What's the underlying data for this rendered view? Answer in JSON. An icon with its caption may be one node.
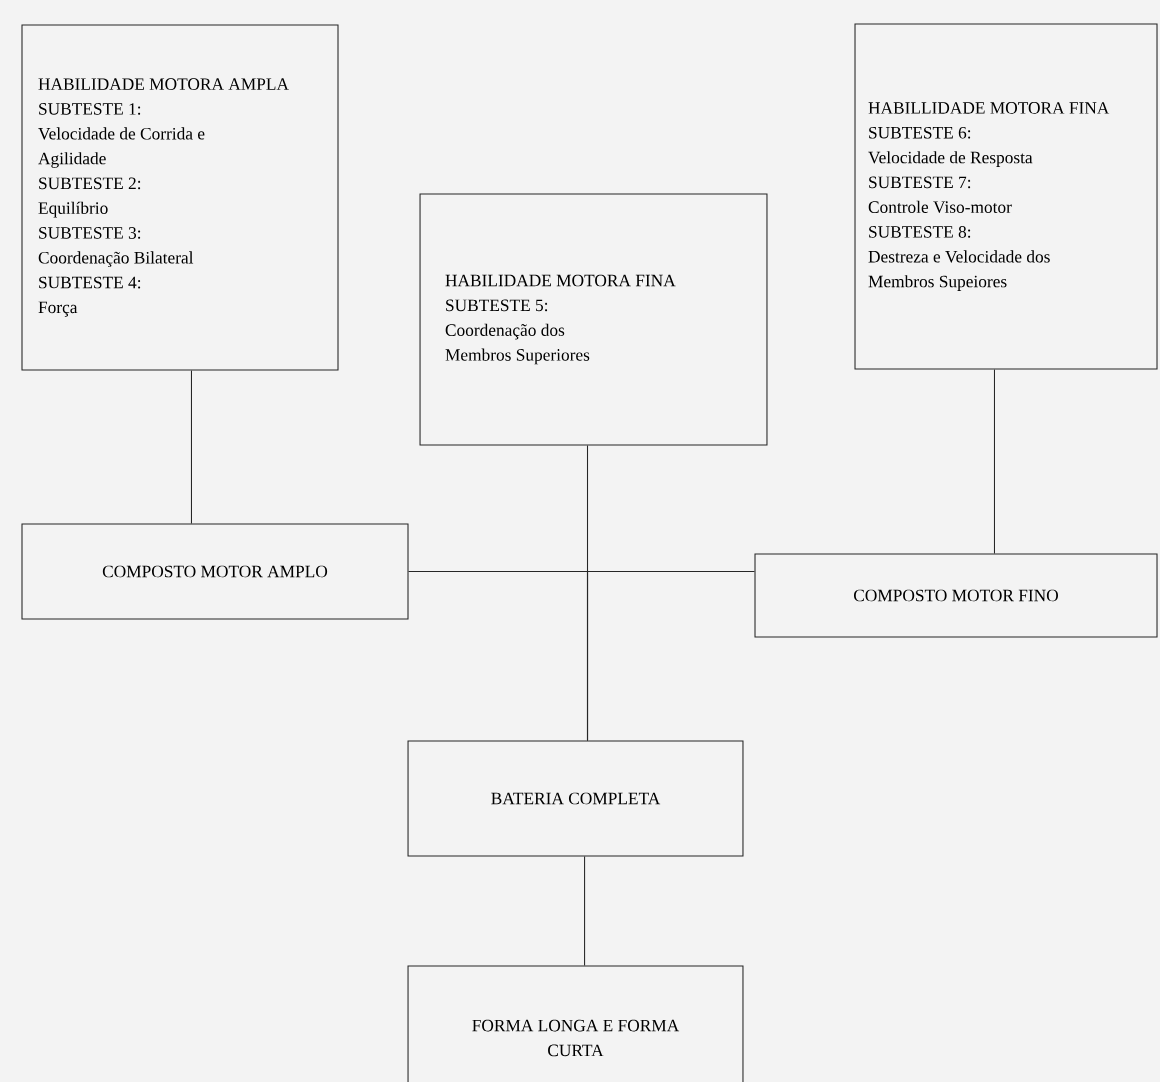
{
  "diagram": {
    "nodes": [
      {
        "text": [
          "HABILIDADE MOTORA AMPLA",
          "SUBTESTE 1:",
          "Velocidade de Corrida e Agilidade",
          "SUBTESTE 2:",
          "Equilíbrio",
          "SUBTESTE 3:",
          "Coordenação Bilateral",
          "SUBTESTE 4:",
          "Força"
        ]
      },
      {
        "text": [
          "HABILIDADE MOTORA FINA",
          "SUBTESTE 5:",
          "Coordenação dos Membros Superiores"
        ]
      },
      {
        "text": [
          "HABILLIDADE MOTORA FINA",
          "SUBTESTE 6:",
          "Velocidade de Resposta",
          "SUBTESTE 7:",
          "Controle Viso-motor",
          "SUBTESTE 8:",
          "Destreza e Velocidade dos Membros Supeiores"
        ]
      },
      {
        "text": [
          "COMPOSTO MOTOR AMPLO"
        ]
      },
      {
        "text": [
          "COMPOSTO MOTOR FINO"
        ]
      },
      {
        "text": [
          "BATERIA COMPLETA"
        ]
      },
      {
        "text": [
          "FORMA LONGA E FORMA CURTA"
        ]
      }
    ],
    "edges": [
      {
        "from": 0,
        "to": 3,
        "arrow": "none"
      },
      {
        "from": 2,
        "to": 4,
        "arrow": "none"
      },
      {
        "from": 1,
        "to": 5,
        "arrow": "none"
      },
      {
        "from": 3,
        "to": 5,
        "arrow": "none"
      },
      {
        "from": 4,
        "to": 5,
        "arrow": "none"
      },
      {
        "from": 5,
        "to": 6,
        "arrow": "none"
      }
    ]
  }
}
